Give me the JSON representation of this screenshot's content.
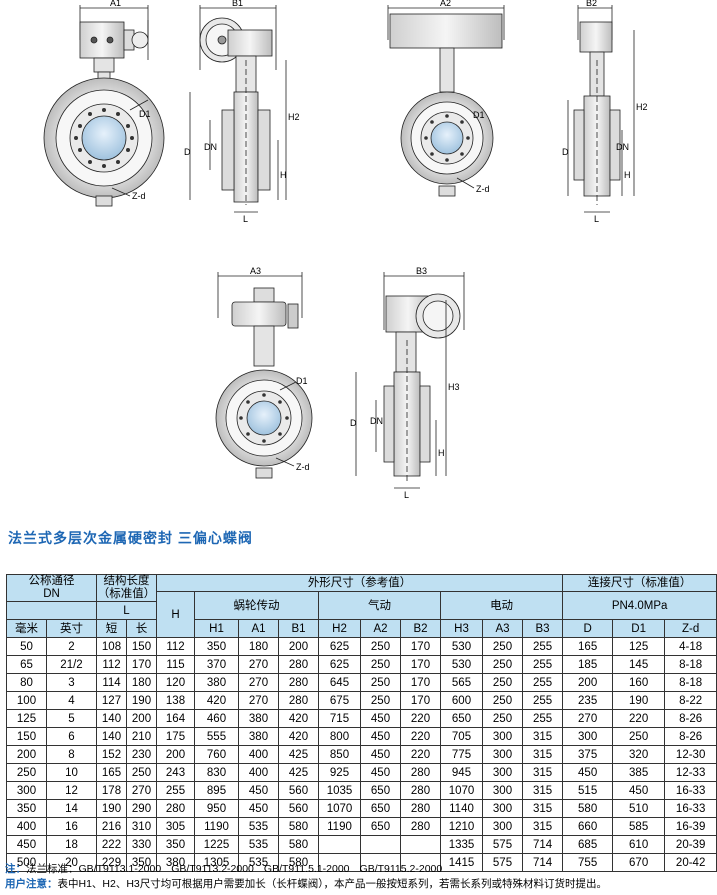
{
  "drawing_labels": {
    "a1": "A1",
    "b1": "B1",
    "a2": "A2",
    "b2": "B2",
    "a3": "A3",
    "b3": "B3",
    "h": "H",
    "h2": "H2",
    "h3": "H3",
    "d": "D",
    "dn": "DN",
    "d1": "D1",
    "zd": "Z-d",
    "l": "L"
  },
  "title": "法兰式多层次金属硬密封 三偏心蝶阀",
  "table": {
    "header": {
      "nominal": "公称通径",
      "nominal_dn": "DN",
      "struct_len": "结构长度",
      "struct_std": "（标准值）",
      "outline": "外形尺寸（参考值）",
      "connection": "连接尺寸（标准值）",
      "l": "L",
      "h": "H",
      "worm": "蜗轮传动",
      "pneumatic": "气动",
      "electric": "电动",
      "pn": "PN4.0MPa",
      "mm": "毫米",
      "inch": "英寸",
      "short": "短",
      "long": "长",
      "H1": "H1",
      "A1": "A1",
      "B1": "B1",
      "H2": "H2",
      "A2": "A2",
      "B2": "B2",
      "H3": "H3",
      "A3": "A3",
      "B3": "B3",
      "D": "D",
      "D1": "D1",
      "Zd": "Z-d"
    },
    "rows": [
      [
        "50",
        "2",
        "108",
        "150",
        "112",
        "350",
        "180",
        "200",
        "625",
        "250",
        "170",
        "530",
        "250",
        "255",
        "165",
        "125",
        "4-18"
      ],
      [
        "65",
        "21/2",
        "112",
        "170",
        "115",
        "370",
        "270",
        "280",
        "625",
        "250",
        "170",
        "530",
        "250",
        "255",
        "185",
        "145",
        "8-18"
      ],
      [
        "80",
        "3",
        "114",
        "180",
        "120",
        "380",
        "270",
        "280",
        "645",
        "250",
        "170",
        "565",
        "250",
        "255",
        "200",
        "160",
        "8-18"
      ],
      [
        "100",
        "4",
        "127",
        "190",
        "138",
        "420",
        "270",
        "280",
        "675",
        "250",
        "170",
        "600",
        "250",
        "255",
        "235",
        "190",
        "8-22"
      ],
      [
        "125",
        "5",
        "140",
        "200",
        "164",
        "460",
        "380",
        "420",
        "715",
        "450",
        "220",
        "650",
        "250",
        "255",
        "270",
        "220",
        "8-26"
      ],
      [
        "150",
        "6",
        "140",
        "210",
        "175",
        "555",
        "380",
        "420",
        "800",
        "450",
        "220",
        "705",
        "300",
        "315",
        "300",
        "250",
        "8-26"
      ],
      [
        "200",
        "8",
        "152",
        "230",
        "200",
        "760",
        "400",
        "425",
        "850",
        "450",
        "220",
        "775",
        "300",
        "315",
        "375",
        "320",
        "12-30"
      ],
      [
        "250",
        "10",
        "165",
        "250",
        "243",
        "830",
        "400",
        "425",
        "925",
        "450",
        "280",
        "945",
        "300",
        "315",
        "450",
        "385",
        "12-33"
      ],
      [
        "300",
        "12",
        "178",
        "270",
        "255",
        "895",
        "450",
        "560",
        "1035",
        "650",
        "280",
        "1070",
        "300",
        "315",
        "515",
        "450",
        "16-33"
      ],
      [
        "350",
        "14",
        "190",
        "290",
        "280",
        "950",
        "450",
        "560",
        "1070",
        "650",
        "280",
        "1140",
        "300",
        "315",
        "580",
        "510",
        "16-33"
      ],
      [
        "400",
        "16",
        "216",
        "310",
        "305",
        "1190",
        "535",
        "580",
        "1190",
        "650",
        "280",
        "1210",
        "300",
        "315",
        "660",
        "585",
        "16-39"
      ],
      [
        "450",
        "18",
        "222",
        "330",
        "350",
        "1225",
        "535",
        "580",
        "",
        "",
        "",
        "1335",
        "575",
        "714",
        "685",
        "610",
        "20-39"
      ],
      [
        "500",
        "20",
        "229",
        "350",
        "380",
        "1305",
        "535",
        "580",
        "",
        "",
        "",
        "1415",
        "575",
        "714",
        "755",
        "670",
        "20-42"
      ]
    ]
  },
  "notes": {
    "label1": "注：",
    "line1_prefix": "法兰标准：",
    "standards": [
      "GB/T9113.1-2000",
      "GB/T9113.2-2000",
      "GB/T911.5.1-2000",
      "GB/T9115.2-2000"
    ],
    "label2": "用户注意：",
    "line2": "表中H1、H2、H3尺寸均可根据用户需要加长（长杆蝶阀），本产品一般按短系列，若需长系列或特殊材料订货时提出。"
  }
}
